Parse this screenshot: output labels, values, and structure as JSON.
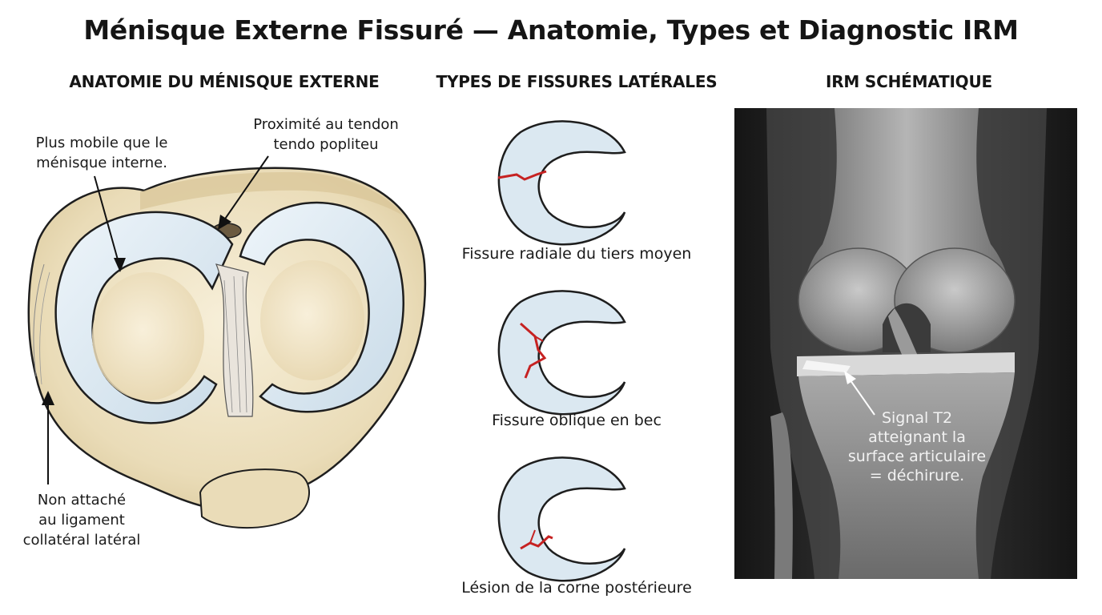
{
  "title": "Ménisque Externe Fissuré — Anatomie, Types et Diagnostic IRM",
  "sections": {
    "anatomy": "ANATOMIE DU MÉNISQUE EXTERNE",
    "types": "TYPES DE FISSURES LATÉRALES",
    "mri": "IRM SCHÉMATIQUE"
  },
  "anatomy_labels": {
    "mobile_l1": "Plus mobile que le",
    "mobile_l2": "ménisque interne.",
    "popliteus_l1": "Proximité au tendon",
    "popliteus_l2": "tendo popliteu",
    "ligament_l1": "Non attaché",
    "ligament_l2": "au ligament",
    "ligament_l3": "collatéral latéral"
  },
  "tear_types": [
    {
      "caption": "Fissure radiale du tiers moyen"
    },
    {
      "caption": "Fissure oblique en bec"
    },
    {
      "caption": "Lésion de la corne postérieure"
    }
  ],
  "mri_label": {
    "l1": "Signal T2",
    "l2": "atteignant la",
    "l3": "surface articulaire",
    "l4": "= déchirure."
  },
  "colors": {
    "meniscus": "#dbe8f1",
    "bone": "#efe3c6",
    "tear": "#c62222",
    "mri_bg": "#1c1c1c"
  }
}
